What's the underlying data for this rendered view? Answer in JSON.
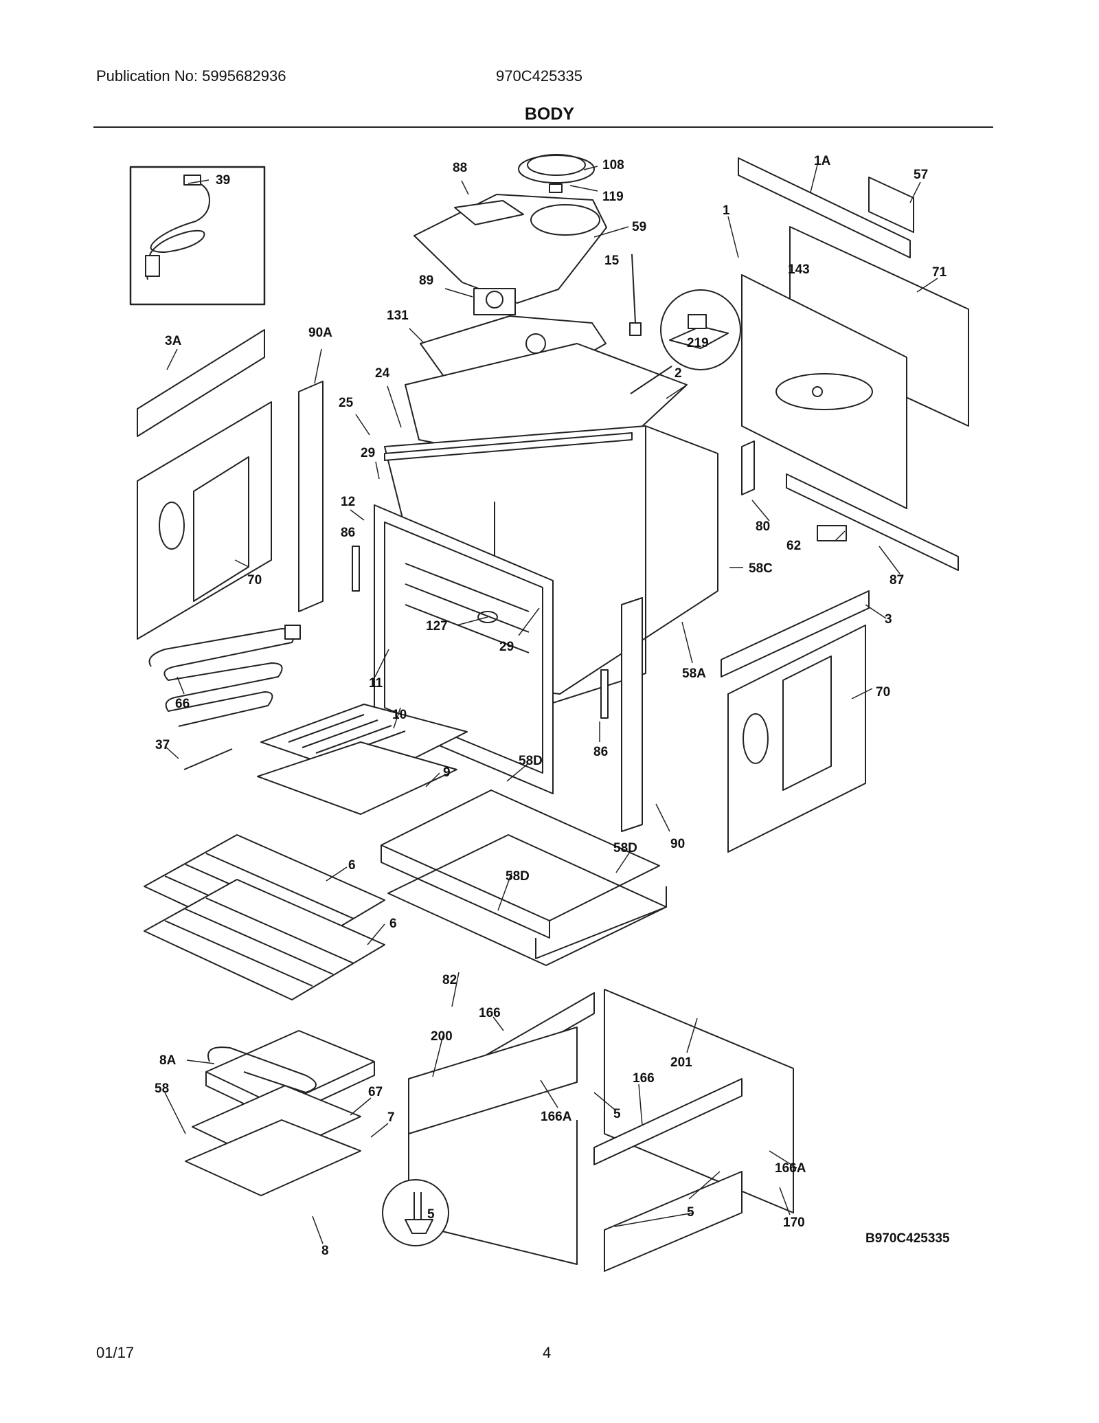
{
  "header": {
    "publication": "Publication No: 5995682936",
    "model": "970C425335",
    "title": "BODY"
  },
  "labels": {
    "p39": "39",
    "p88": "88",
    "p108": "108",
    "p119": "119",
    "p59": "59",
    "p1A": "1A",
    "p57": "57",
    "p1": "1",
    "p143": "143",
    "p71": "71",
    "p15": "15",
    "p89": "89",
    "p219": "219",
    "p131": "131",
    "p3A": "3A",
    "p90A": "90A",
    "p24": "24",
    "p2": "2",
    "p25": "25",
    "p29a": "29",
    "p12": "12",
    "p80": "80",
    "p86a": "86",
    "p62": "62",
    "p58C": "58C",
    "p87": "87",
    "p70a": "70",
    "p3": "3",
    "p127": "127",
    "p29b": "29",
    "p11": "11",
    "p58A": "58A",
    "p70b": "70",
    "p10": "10",
    "p66": "66",
    "p37": "37",
    "p9": "9",
    "p58Da": "58D",
    "p86b": "86",
    "p90": "90",
    "p58Db": "58D",
    "p58Dc": "58D",
    "p6a": "6",
    "p6b": "6",
    "p82": "82",
    "p166a": "166",
    "p200": "200",
    "p201": "201",
    "p166b": "166",
    "p5a": "5",
    "p166Aa": "166A",
    "p8A": "8A",
    "p58": "58",
    "p67": "67",
    "p7": "7",
    "p166Ab": "166A",
    "p5b": "5",
    "p5c": "5",
    "p170": "170",
    "p8": "8",
    "drawing": "B970C425335"
  },
  "footer": {
    "date": "01/17",
    "page": "4"
  }
}
